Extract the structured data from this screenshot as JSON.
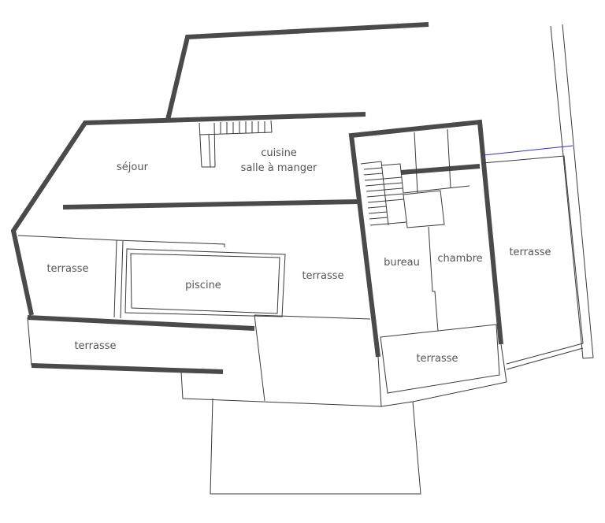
{
  "plan": {
    "rooms": {
      "sejour": "séjour",
      "cuisine_line1": "cuisine",
      "cuisine_line2": "salle à manger",
      "terrasse_left": "terrasse",
      "piscine": "piscine",
      "terrasse_center": "terrasse",
      "terrasse_lower": "terrasse",
      "bureau": "bureau",
      "chambre": "chambre",
      "terrasse_right": "terrasse",
      "terrasse_tower": "terrasse"
    },
    "colors": {
      "wall": "#4a4a4a",
      "line": "#3a3a3a",
      "accent_line": "#3030c0",
      "label": "#555555"
    }
  }
}
